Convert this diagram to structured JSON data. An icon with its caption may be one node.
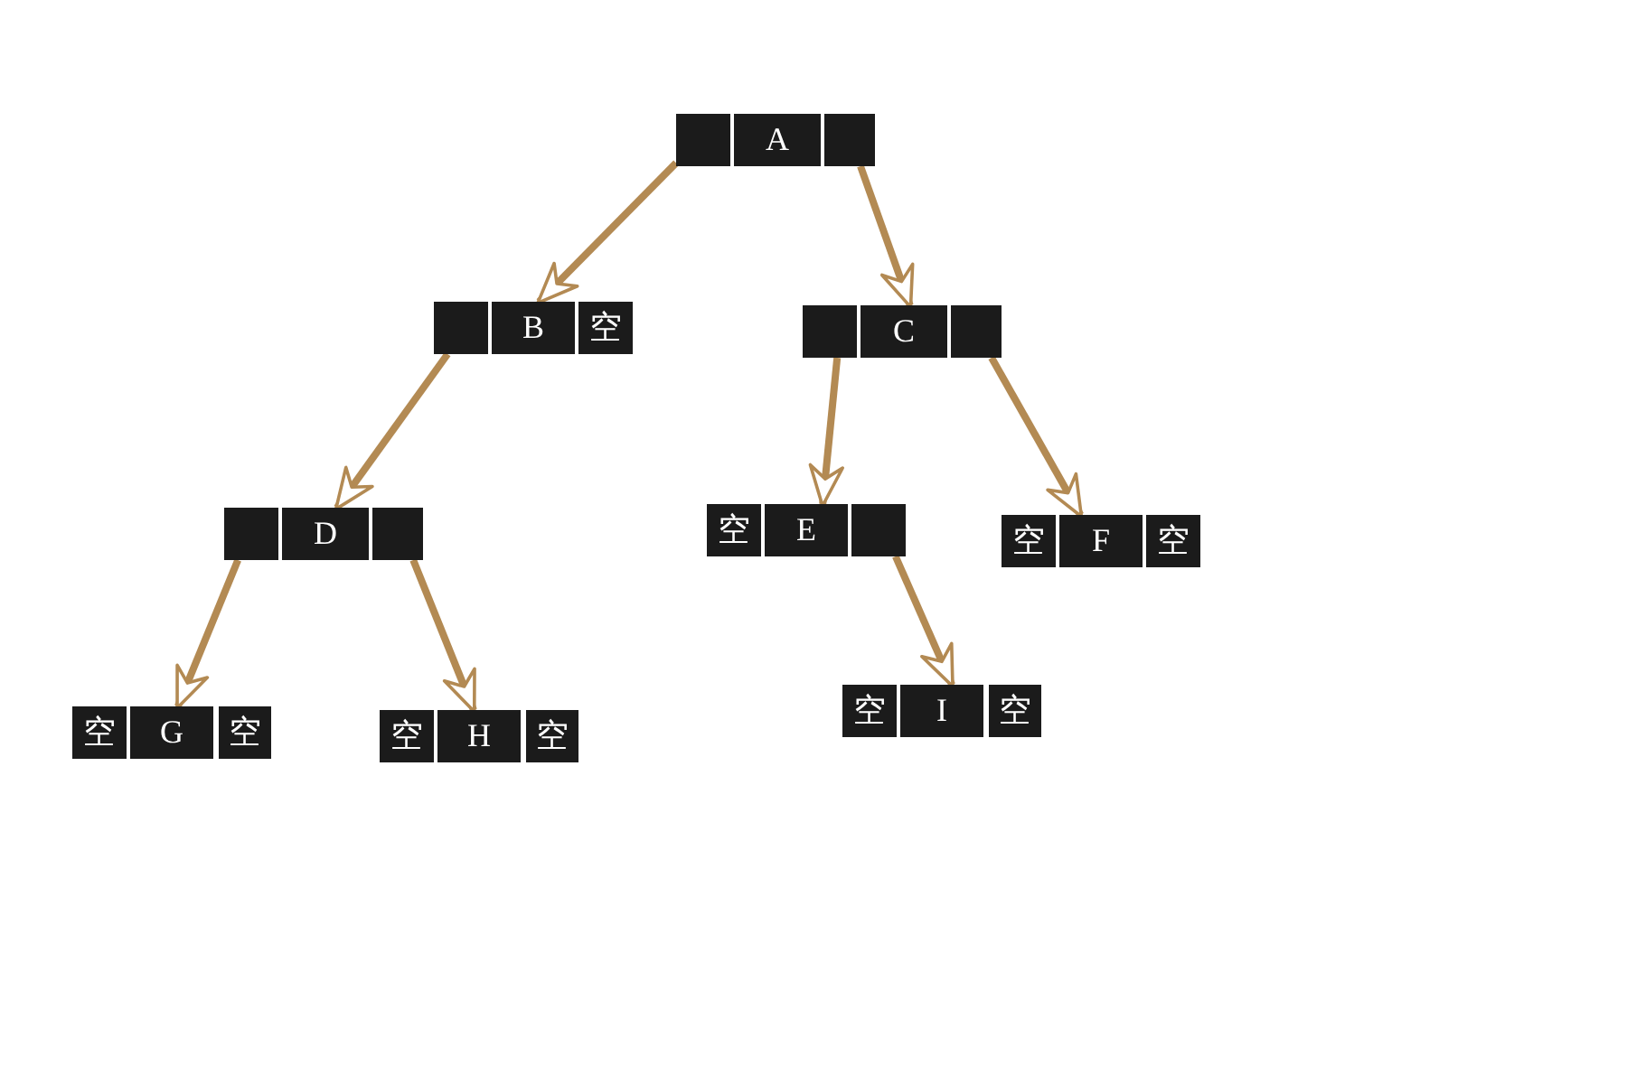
{
  "diagram": {
    "nodes": [
      {
        "text": [],
        "shape": "box"
      },
      {
        "text": [
          "A"
        ]
      },
      {
        "text": [],
        "shape": "box"
      },
      {
        "text": [],
        "shape": "box"
      },
      {
        "text": [
          "B"
        ]
      },
      {
        "text": [
          "空"
        ]
      },
      {
        "text": [],
        "shape": "box"
      },
      {
        "text": [
          "C"
        ]
      },
      {
        "text": [],
        "shape": "box"
      },
      {
        "text": [],
        "shape": "box"
      },
      {
        "text": [
          "D"
        ]
      },
      {
        "text": [],
        "shape": "box"
      },
      {
        "text": [
          "空"
        ]
      },
      {
        "text": [
          "E"
        ]
      },
      {
        "text": [],
        "shape": "box"
      },
      {
        "text": [
          "空"
        ]
      },
      {
        "text": [
          "F"
        ]
      },
      {
        "text": [
          "空"
        ]
      },
      {
        "text": [
          "空"
        ]
      },
      {
        "text": [
          "G"
        ]
      },
      {
        "text": [
          "空"
        ]
      },
      {
        "text": [
          "空"
        ]
      },
      {
        "text": [
          "H"
        ]
      },
      {
        "text": [
          "空"
        ]
      },
      {
        "text": [
          "空"
        ]
      },
      {
        "text": [
          "I"
        ]
      },
      {
        "text": [
          "空"
        ]
      }
    ],
    "edges": [
      {
        "from": 0,
        "to": 4,
        "arrow": "to"
      },
      {
        "from": 2,
        "to": 7,
        "arrow": "to"
      },
      {
        "from": 3,
        "to": 10,
        "arrow": "to"
      },
      {
        "from": 6,
        "to": 13,
        "arrow": "to"
      },
      {
        "from": 8,
        "to": 16,
        "arrow": "to"
      },
      {
        "from": 9,
        "to": 19,
        "arrow": "to"
      },
      {
        "from": 11,
        "to": 22,
        "arrow": "to"
      },
      {
        "from": 14,
        "to": 25,
        "arrow": "to"
      }
    ]
  }
}
